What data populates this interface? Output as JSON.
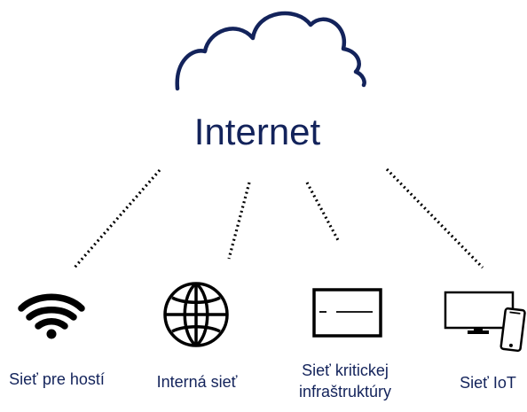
{
  "diagram": {
    "title": "Internet",
    "nodes": [
      {
        "id": "guest",
        "label": "Sieť pre hostí",
        "icon": "wifi-icon"
      },
      {
        "id": "internal",
        "label": "Interná sieť",
        "icon": "globe-icon"
      },
      {
        "id": "critical",
        "label": "Sieť kritickej\ninfraštruktúry",
        "label_line_1": "Sieť kritickej",
        "label_line_2": "infraštruktúry",
        "icon": "panel-icon"
      },
      {
        "id": "iot",
        "label": "Sieť IoT",
        "icon": "monitor-phone-icon"
      }
    ],
    "colors": {
      "primary": "#13235b",
      "icon": "#000000",
      "background": "#ffffff"
    }
  }
}
